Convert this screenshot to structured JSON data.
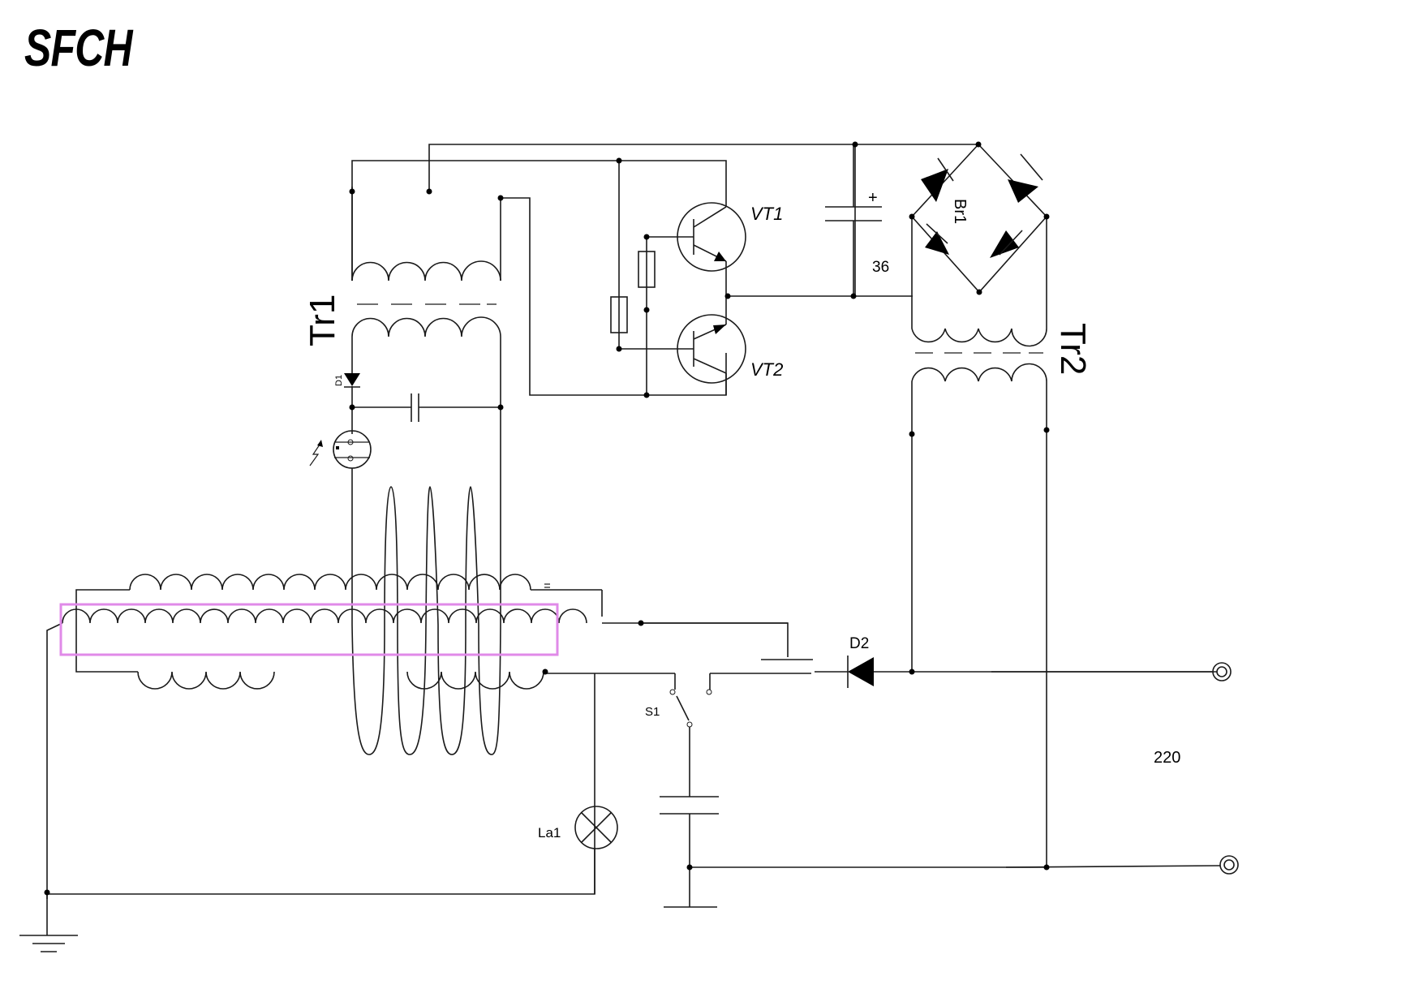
{
  "title": "SFCH",
  "labels": {
    "tr1": "Tr1",
    "tr2": "Tr2",
    "vt1": "VT1",
    "vt2": "VT2",
    "br1": "Br1",
    "cap_voltage": "36",
    "d1": "D1",
    "d2": "D2",
    "s1": "S1",
    "la1": "La1",
    "mains_voltage": "220",
    "cap_polarity": "+"
  },
  "colors": {
    "wire": "#1a1a1a",
    "highlight_box": "#e08ae8"
  }
}
